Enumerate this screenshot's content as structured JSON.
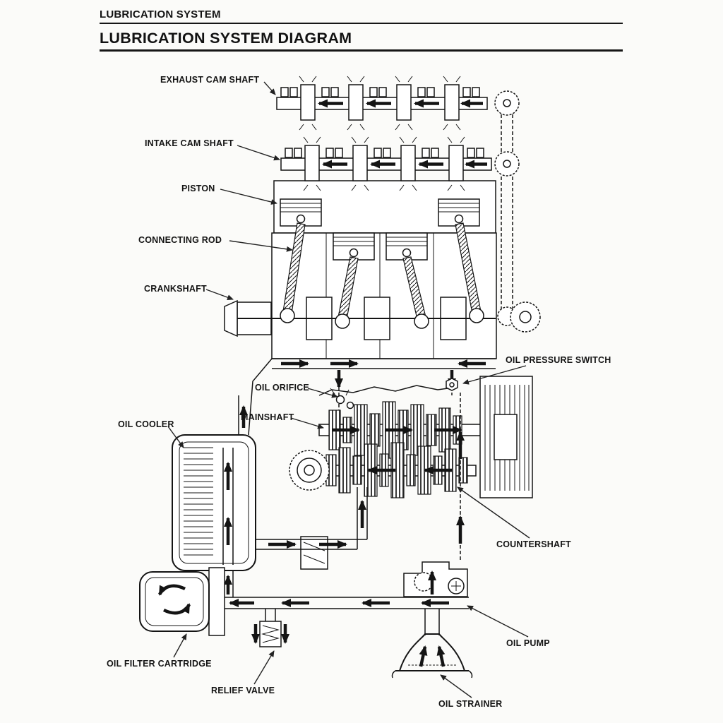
{
  "page": {
    "section_header": "LUBRICATION SYSTEM",
    "title": "LUBRICATION SYSTEM DIAGRAM"
  },
  "labels": {
    "exhaust_cam_shaft": "EXHAUST CAM SHAFT",
    "intake_cam_shaft": "INTAKE CAM SHAFT",
    "piston": "PISTON",
    "connecting_rod": "CONNECTING ROD",
    "crankshaft": "CRANKSHAFT",
    "oil_pressure_switch": "OIL PRESSURE SWITCH",
    "oil_orifice": "OIL ORIFICE",
    "mainshaft": "MAINSHAFT",
    "oil_cooler": "OIL COOLER",
    "countershaft": "COUNTERSHAFT",
    "oil_filter_cartridge": "OIL FILTER CARTRIDGE",
    "relief_valve": "RELIEF VALVE",
    "oil_pump": "OIL PUMP",
    "oil_strainer": "OIL STRAINER"
  },
  "colors": {
    "ink": "#141414",
    "paper": "#fbfbf9"
  }
}
